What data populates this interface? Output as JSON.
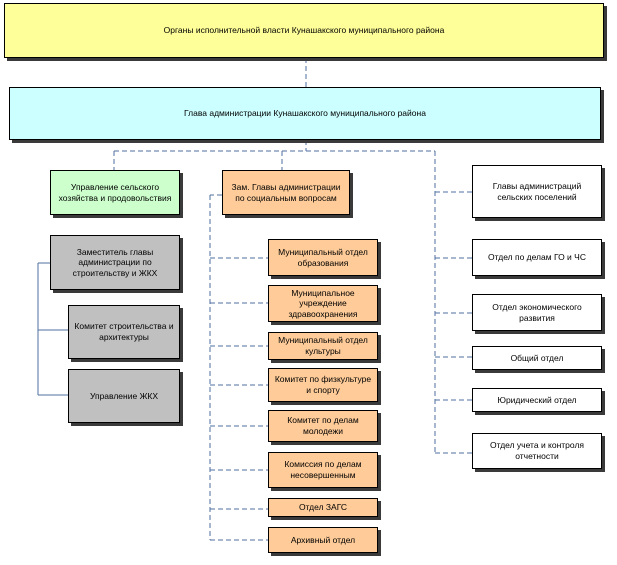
{
  "top_box": "Органы исполнительной власти Кунашакского муниципального района",
  "head_box": "Глава администрации Кунашакского муниципального района",
  "left_column": {
    "agriculture": "Управление сельского хозяйства и продовольствия",
    "deputy_construction": "Заместитель главы администрации по строительству и ЖКХ",
    "construction_committee": "Комитет строительства и архитектуры",
    "housing_department": "Управление ЖКХ"
  },
  "middle_column": {
    "deputy_social": "Зам. Главы администрации по социальным вопросам",
    "items": [
      "Муниципальный отдел образования",
      "Муниципальное учреждение здравоохранения",
      "Муниципальный отдел культуры",
      "Комитет по физкультуре и спорту",
      "Комитет по делам молодежи",
      "Комиссия по делам несовершенным",
      "Отдел ЗАГС",
      "Архивный отдел"
    ]
  },
  "right_column": {
    "items": [
      "Главы администраций сельских поселений",
      "Отдел по делам ГО и ЧС",
      "Отдел экономического развития",
      "Общий отдел",
      "Юридический отдел",
      "Отдел учета и контроля отчетности"
    ]
  },
  "colors": {
    "top": "#ffff99",
    "head": "#ccffff",
    "agriculture": "#ccffcc",
    "construction": "#c0c0c0",
    "social": "#ffcc99",
    "right": "#ffffff",
    "connector": "#4f6fa0"
  }
}
